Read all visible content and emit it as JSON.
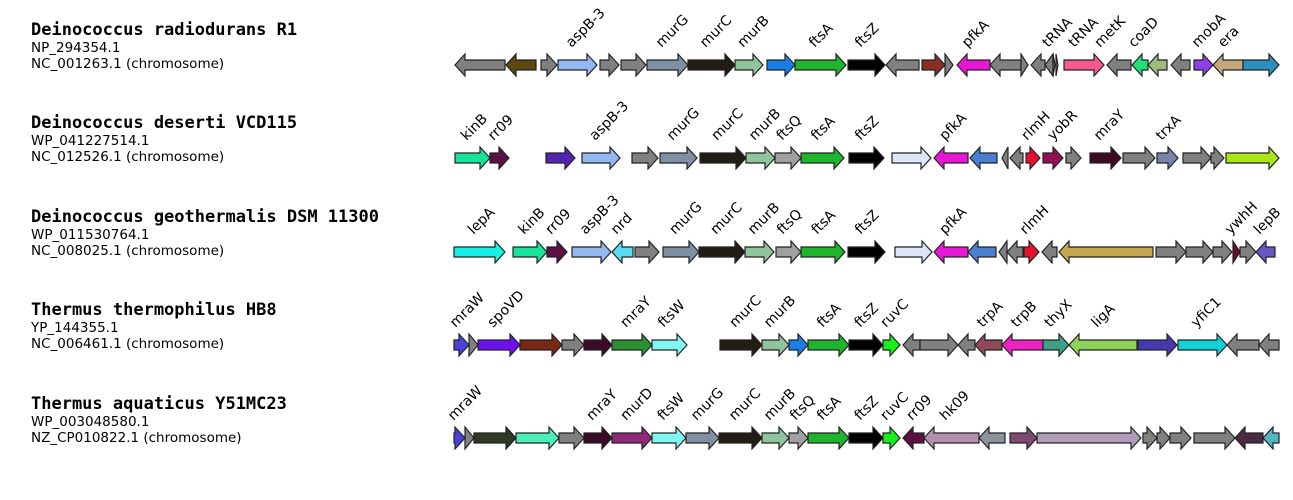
{
  "rows": [
    {
      "organism": "Deinococcus radiodurans R1",
      "protein": "NP_294354.1",
      "contig": "NC_001263.1 (chromosome)",
      "genes": [
        {
          "label": "",
          "color": "#808080",
          "strand": "-"
        },
        {
          "label": "",
          "color": "#5a4a10",
          "strand": "-"
        },
        {
          "label": "",
          "color": "#808080",
          "strand": "+"
        },
        {
          "label": "aspB-3",
          "color": "#94b8f0",
          "strand": "+"
        },
        {
          "label": "",
          "color": "#808080",
          "strand": "+"
        },
        {
          "label": "",
          "color": "#808080",
          "strand": "+"
        },
        {
          "label": "murG",
          "color": "#7f8fa4",
          "strand": "+"
        },
        {
          "label": "murC",
          "color": "#221d14",
          "strand": "+"
        },
        {
          "label": "murB",
          "color": "#8fc49c",
          "strand": "+"
        },
        {
          "label": "",
          "color": "#1a7ee8",
          "strand": "+"
        },
        {
          "label": "ftsA",
          "color": "#1cb52c",
          "strand": "+"
        },
        {
          "label": "ftsZ",
          "color": "#000000",
          "strand": "+"
        },
        {
          "label": "",
          "color": "#808080",
          "strand": "-"
        },
        {
          "label": "",
          "color": "#8b2e26",
          "strand": "+"
        },
        {
          "label": "",
          "color": "#808080",
          "strand": "+"
        },
        {
          "label": "pfkA",
          "color": "#e817d6",
          "strand": "-"
        },
        {
          "label": "",
          "color": "#808080",
          "strand": "-"
        },
        {
          "label": "",
          "color": "#808080",
          "strand": "+"
        },
        {
          "label": "",
          "color": "#808080",
          "strand": "-"
        },
        {
          "label": "",
          "color": "#808080",
          "strand": "-"
        },
        {
          "label": "tRNA",
          "color": "#808080",
          "strand": "+"
        },
        {
          "label": "tRNA",
          "color": "#808080",
          "strand": "+"
        },
        {
          "label": "metK",
          "color": "#f45a8e",
          "strand": "+"
        },
        {
          "label": "",
          "color": "#808080",
          "strand": "-"
        },
        {
          "label": "coaD",
          "color": "#22e077",
          "strand": "-"
        },
        {
          "label": "",
          "color": "#9dbb7d",
          "strand": "-"
        },
        {
          "label": "",
          "color": "#808080",
          "strand": "-"
        },
        {
          "label": "mobA",
          "color": "#8d40e8",
          "strand": "+"
        },
        {
          "label": "era",
          "color": "#c4a77f",
          "strand": "-"
        },
        {
          "label": "",
          "color": "#2b8fc0",
          "strand": "+"
        }
      ]
    },
    {
      "organism": "Deinococcus deserti VCD115",
      "protein": "WP_041227514.1",
      "contig": "NC_012526.1 (chromosome)",
      "genes": [
        {
          "label": "kinB",
          "color": "#17e39a",
          "strand": "+"
        },
        {
          "label": "rr09",
          "color": "#5c0f42",
          "strand": "+"
        },
        {
          "label": "",
          "color": "#5423b4",
          "strand": "+"
        },
        {
          "label": "aspB-3",
          "color": "#94b8f0",
          "strand": "+"
        },
        {
          "label": "",
          "color": "#808080",
          "strand": "+"
        },
        {
          "label": "murG",
          "color": "#7f8fa4",
          "strand": "+"
        },
        {
          "label": "murC",
          "color": "#221d14",
          "strand": "+"
        },
        {
          "label": "murB",
          "color": "#8fc49c",
          "strand": "+"
        },
        {
          "label": "ftsQ",
          "color": "#a0a0a0",
          "strand": "+"
        },
        {
          "label": "ftsA",
          "color": "#1cb52c",
          "strand": "+"
        },
        {
          "label": "ftsZ",
          "color": "#000000",
          "strand": "+"
        },
        {
          "label": "",
          "color": "#dde5f8",
          "strand": "+"
        },
        {
          "label": "pfkA",
          "color": "#e817d6",
          "strand": "-"
        },
        {
          "label": "",
          "color": "#4a7fcf",
          "strand": "-"
        },
        {
          "label": "",
          "color": "#808080",
          "strand": "-"
        },
        {
          "label": "",
          "color": "#808080",
          "strand": "-"
        },
        {
          "label": "rlmH",
          "color": "#e8102c",
          "strand": "+"
        },
        {
          "label": "yobR",
          "color": "#901055",
          "strand": "+"
        },
        {
          "label": "",
          "color": "#808080",
          "strand": "+"
        },
        {
          "label": "mraY",
          "color": "#3d0a24",
          "strand": "+"
        },
        {
          "label": "",
          "color": "#808080",
          "strand": "+"
        },
        {
          "label": "trxA",
          "color": "#7a84a4",
          "strand": "+"
        },
        {
          "label": "",
          "color": "#808080",
          "strand": "+"
        },
        {
          "label": "",
          "color": "#808080",
          "strand": "+"
        },
        {
          "label": "",
          "color": "#a8e617",
          "strand": "+"
        }
      ]
    },
    {
      "organism": "Deinococcus geothermalis DSM 11300",
      "protein": "WP_011530764.1",
      "contig": "NC_008025.1 (chromosome)",
      "genes": [
        {
          "label": "lepA",
          "color": "#18f0e6",
          "strand": "+"
        },
        {
          "label": "kinB",
          "color": "#17e39a",
          "strand": "+"
        },
        {
          "label": "rr09",
          "color": "#5c0f42",
          "strand": "+"
        },
        {
          "label": "aspB-3",
          "color": "#94b8f0",
          "strand": "+"
        },
        {
          "label": "nrd",
          "color": "#5adcf0",
          "strand": "-"
        },
        {
          "label": "",
          "color": "#808080",
          "strand": "+"
        },
        {
          "label": "murG",
          "color": "#7f8fa4",
          "strand": "+"
        },
        {
          "label": "murC",
          "color": "#221d14",
          "strand": "+"
        },
        {
          "label": "murB",
          "color": "#8fc49c",
          "strand": "+"
        },
        {
          "label": "ftsQ",
          "color": "#a0a0a0",
          "strand": "+"
        },
        {
          "label": "ftsA",
          "color": "#1cb52c",
          "strand": "+"
        },
        {
          "label": "ftsZ",
          "color": "#000000",
          "strand": "+"
        },
        {
          "label": "",
          "color": "#dde5f8",
          "strand": "+"
        },
        {
          "label": "pfkA",
          "color": "#e817d6",
          "strand": "-"
        },
        {
          "label": "",
          "color": "#4a7fcf",
          "strand": "-"
        },
        {
          "label": "",
          "color": "#808080",
          "strand": "-"
        },
        {
          "label": "",
          "color": "#808080",
          "strand": "-"
        },
        {
          "label": "rlmH",
          "color": "#e8102c",
          "strand": "+"
        },
        {
          "label": "",
          "color": "#808080",
          "strand": "-"
        },
        {
          "label": "",
          "color": "#c4a550",
          "strand": "-"
        },
        {
          "label": "",
          "color": "#808080",
          "strand": "+"
        },
        {
          "label": "",
          "color": "#808080",
          "strand": "+"
        },
        {
          "label": "",
          "color": "#808080",
          "strand": "+"
        },
        {
          "label": "ywhH",
          "color": "#6a0f2a",
          "strand": "+"
        },
        {
          "label": "",
          "color": "#808080",
          "strand": "+"
        },
        {
          "label": "lepB",
          "color": "#6a55c4",
          "strand": "-"
        }
      ]
    },
    {
      "organism": "Thermus thermophilus HB8",
      "protein": "YP_144355.1",
      "contig": "NC_006461.1 (chromosome)",
      "genes": [
        {
          "label": "mraW",
          "color": "#4a42d8",
          "strand": "+"
        },
        {
          "label": "",
          "color": "#808080",
          "strand": "+"
        },
        {
          "label": "spoVD",
          "color": "#6e10f0",
          "strand": "+"
        },
        {
          "label": "",
          "color": "#7a2814",
          "strand": "+"
        },
        {
          "label": "",
          "color": "#808080",
          "strand": "+"
        },
        {
          "label": "",
          "color": "#3a0a28",
          "strand": "+"
        },
        {
          "label": "mraY",
          "color": "#2a9030",
          "strand": "+"
        },
        {
          "label": "ftsW",
          "color": "#80f8f0",
          "strand": "+"
        },
        {
          "label": "murC",
          "color": "#221d14",
          "strand": "+"
        },
        {
          "label": "murB",
          "color": "#8fc49c",
          "strand": "+"
        },
        {
          "label": "",
          "color": "#1a7ee8",
          "strand": "+"
        },
        {
          "label": "ftsA",
          "color": "#1cb52c",
          "strand": "+"
        },
        {
          "label": "ftsZ",
          "color": "#000000",
          "strand": "+"
        },
        {
          "label": "ruvC",
          "color": "#18f018",
          "strand": "+"
        },
        {
          "label": "",
          "color": "#808080",
          "strand": "-"
        },
        {
          "label": "",
          "color": "#808080",
          "strand": "+"
        },
        {
          "label": "",
          "color": "#808080",
          "strand": "-"
        },
        {
          "label": "trpA",
          "color": "#8e4a5a",
          "strand": "-"
        },
        {
          "label": "trpB",
          "color": "#f020c4",
          "strand": "-"
        },
        {
          "label": "thyX",
          "color": "#3fa088",
          "strand": "+"
        },
        {
          "label": "ligA",
          "color": "#8ed25a",
          "strand": "-"
        },
        {
          "label": "",
          "color": "#4638b0",
          "strand": "+"
        },
        {
          "label": "yfiC1",
          "color": "#10d0d8",
          "strand": "+"
        },
        {
          "label": "",
          "color": "#808080",
          "strand": "-"
        },
        {
          "label": "",
          "color": "#808080",
          "strand": "-"
        }
      ]
    },
    {
      "organism": "Thermus aquaticus Y51MC23",
      "protein": "WP_003048580.1",
      "contig": "NZ_CP010822.1 (chromosome)",
      "genes": [
        {
          "label": "mraW",
          "color": "#4a42d8",
          "strand": "+"
        },
        {
          "label": "",
          "color": "#808080",
          "strand": "+"
        },
        {
          "label": "",
          "color": "#2e3a22",
          "strand": "+"
        },
        {
          "label": "",
          "color": "#4af0b8",
          "strand": "+"
        },
        {
          "label": "",
          "color": "#808080",
          "strand": "+"
        },
        {
          "label": "mraY",
          "color": "#3a0a28",
          "strand": "+"
        },
        {
          "label": "murD",
          "color": "#902878",
          "strand": "+"
        },
        {
          "label": "ftsW",
          "color": "#80f8f0",
          "strand": "+"
        },
        {
          "label": "murG",
          "color": "#7f8fa4",
          "strand": "+"
        },
        {
          "label": "murC",
          "color": "#221d14",
          "strand": "+"
        },
        {
          "label": "murB",
          "color": "#8fc49c",
          "strand": "+"
        },
        {
          "label": "ftsQ",
          "color": "#a0a0a0",
          "strand": "+"
        },
        {
          "label": "ftsA",
          "color": "#1cb52c",
          "strand": "+"
        },
        {
          "label": "ftsZ",
          "color": "#000000",
          "strand": "+"
        },
        {
          "label": "ruvC",
          "color": "#18f018",
          "strand": "+"
        },
        {
          "label": "rr09",
          "color": "#5c0f42",
          "strand": "-"
        },
        {
          "label": "hk09",
          "color": "#b490b0",
          "strand": "-"
        },
        {
          "label": "",
          "color": "#8a949c",
          "strand": "-"
        },
        {
          "label": "",
          "color": "#7e4a74",
          "strand": "+"
        },
        {
          "label": "",
          "color": "#b09cb8",
          "strand": "+"
        },
        {
          "label": "",
          "color": "#808080",
          "strand": "+"
        },
        {
          "label": "",
          "color": "#808080",
          "strand": "+"
        },
        {
          "label": "",
          "color": "#808080",
          "strand": "+"
        },
        {
          "label": "",
          "color": "#808080",
          "strand": "+"
        },
        {
          "label": "",
          "color": "#4a2a44",
          "strand": "-"
        },
        {
          "label": "",
          "color": "#50b8c0",
          "strand": "-"
        }
      ]
    }
  ]
}
